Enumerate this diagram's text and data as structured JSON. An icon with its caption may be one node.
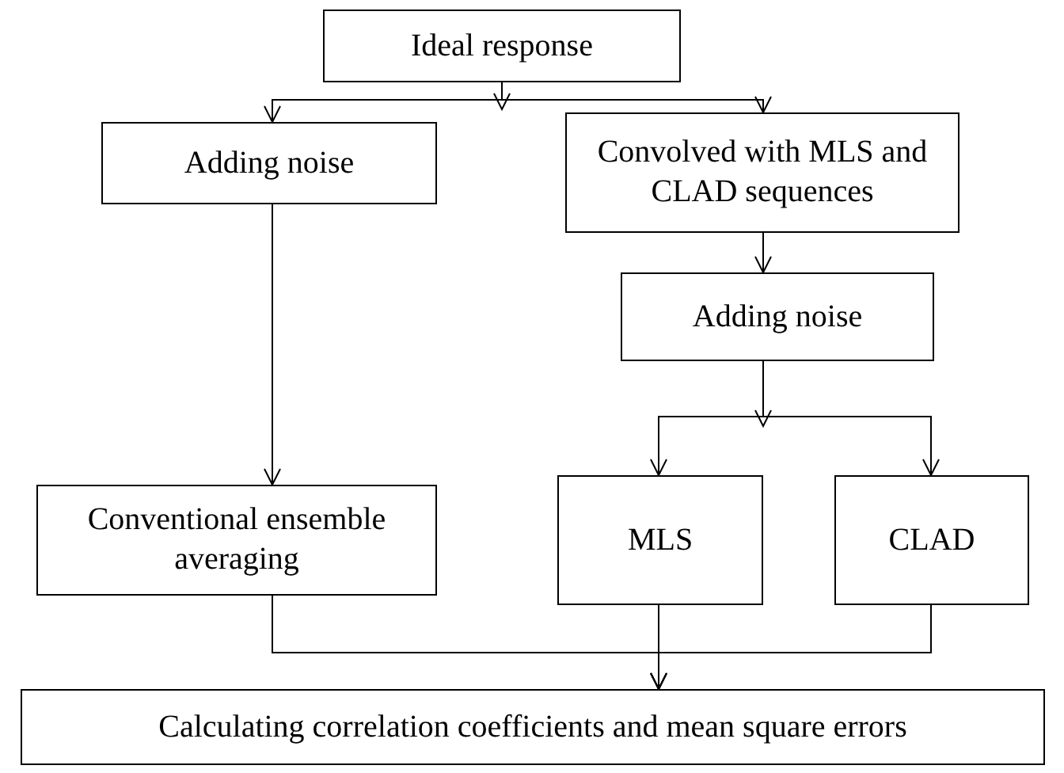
{
  "diagram": {
    "nodes": [
      {
        "text": [
          "Ideal response"
        ]
      },
      {
        "text": [
          "Adding noise"
        ]
      },
      {
        "text": [
          "Convolved with MLS and CLAD sequences"
        ]
      },
      {
        "text": [
          "Adding noise"
        ]
      },
      {
        "text": [
          "Conventional ensemble averaging"
        ]
      },
      {
        "text": [
          "MLS"
        ]
      },
      {
        "text": [
          "CLAD"
        ]
      },
      {
        "text": [
          "Calculating correlation coefficients and mean square errors"
        ]
      }
    ],
    "edges": [
      {
        "from": 0,
        "to": 1,
        "arrow": "to"
      },
      {
        "from": 0,
        "to": 2,
        "arrow": "to"
      },
      {
        "from": 1,
        "to": 4,
        "arrow": "to"
      },
      {
        "from": 2,
        "to": 3,
        "arrow": "to"
      },
      {
        "from": 3,
        "to": 5,
        "arrow": "to"
      },
      {
        "from": 3,
        "to": 6,
        "arrow": "to"
      },
      {
        "from": 4,
        "to": 7,
        "arrow": "to"
      },
      {
        "from": 5,
        "to": 7,
        "arrow": "to"
      },
      {
        "from": 6,
        "to": 7,
        "arrow": "to"
      }
    ]
  }
}
